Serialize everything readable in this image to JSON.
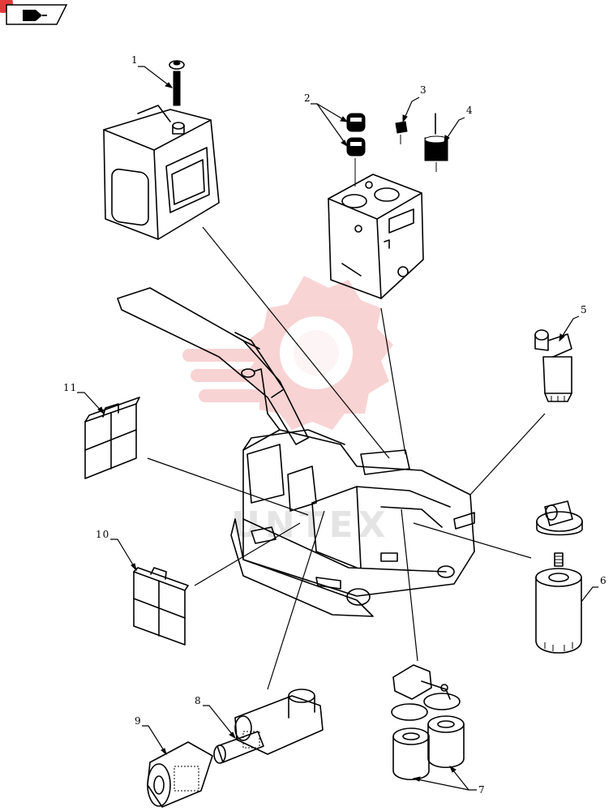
{
  "watermark": {
    "text": "UNTEX",
    "color": "#e23b3b"
  },
  "nav": {
    "icon": "back-arrow-icon",
    "badge_color": "#e23b3b"
  },
  "callouts": {
    "c1": "1",
    "c2": "2",
    "c3": "3",
    "c4": "4",
    "c5": "5",
    "c6": "6",
    "c7": "7",
    "c8": "8",
    "c9": "9",
    "c10": "10",
    "c11": "11"
  }
}
